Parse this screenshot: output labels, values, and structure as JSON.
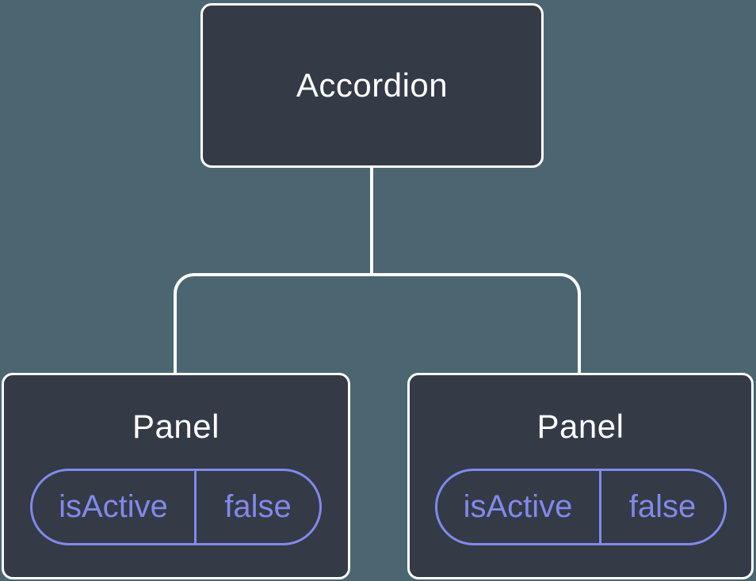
{
  "diagram": {
    "colors": {
      "canvas-bg": "#4b6670",
      "node-fill": "#343a46",
      "node-border": "#ffffff",
      "connector": "#ffffff",
      "title-text": "#ffffff",
      "accent-purple": "#8289ea"
    },
    "root": {
      "label": "Accordion"
    },
    "children": [
      {
        "label": "Panel",
        "state": {
          "name": "isActive",
          "value": "false"
        }
      },
      {
        "label": "Panel",
        "state": {
          "name": "isActive",
          "value": "false"
        }
      }
    ]
  }
}
